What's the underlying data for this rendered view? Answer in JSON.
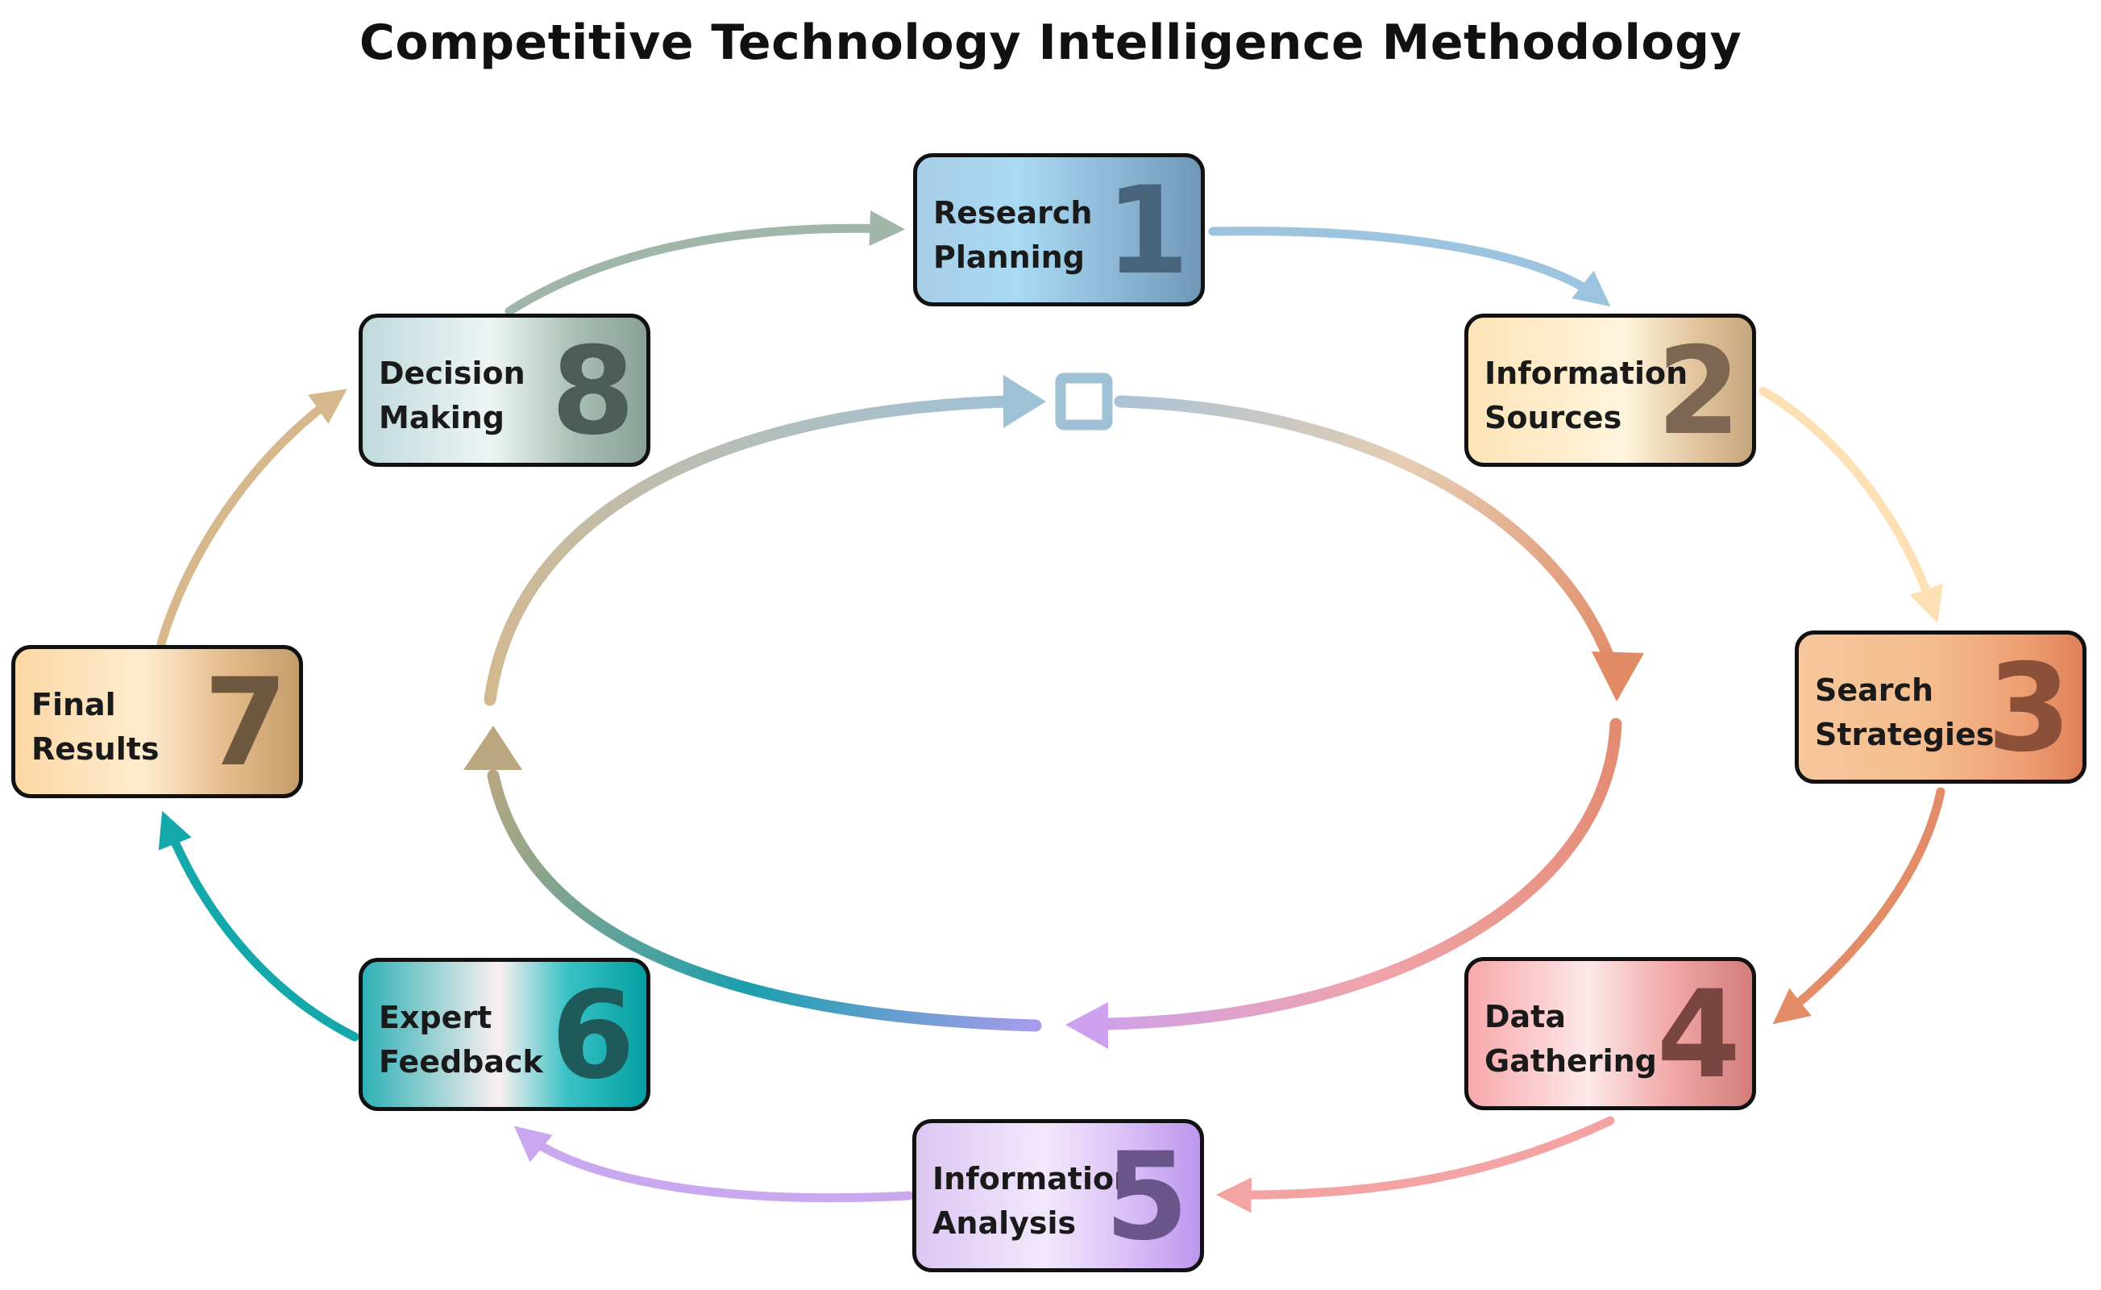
{
  "title": "Competitive Technology Intelligence Methodology",
  "steps": [
    {
      "number": "1",
      "line1": "Research",
      "line2": "Planning",
      "number_color": "#47647a"
    },
    {
      "number": "2",
      "line1": "Information",
      "line2": "Sources",
      "number_color": "#7d6652"
    },
    {
      "number": "3",
      "line1": "Search",
      "line2": "Strategies",
      "number_color": "#8a5138"
    },
    {
      "number": "4",
      "line1": "Data",
      "line2": "Gathering",
      "number_color": "#7a4441"
    },
    {
      "number": "5",
      "line1": "Information",
      "line2": "Analysis",
      "number_color": "#6a558a"
    },
    {
      "number": "6",
      "line1": "Expert",
      "line2": "Feedback",
      "number_color": "#1f5a5a"
    },
    {
      "number": "7",
      "line1": "Final",
      "line2": "Results",
      "number_color": "#6e583f"
    },
    {
      "number": "8",
      "line1": "Decision",
      "line2": "Making",
      "number_color": "#4c5d58"
    }
  ],
  "colors": {
    "arrow_8_to_1": "#9fb6a9",
    "arrow_1_to_2": "#9cc4de",
    "arrow_2_to_3": "#fde0b4",
    "arrow_3_to_4": "#e28d67",
    "arrow_4_to_5": "#f3a3a2",
    "arrow_5_to_6": "#c9a8ef",
    "arrow_6_to_7": "#14a8aa",
    "arrow_7_to_8": "#d6b88c",
    "inner_start_marker": "#9fc1d6"
  }
}
